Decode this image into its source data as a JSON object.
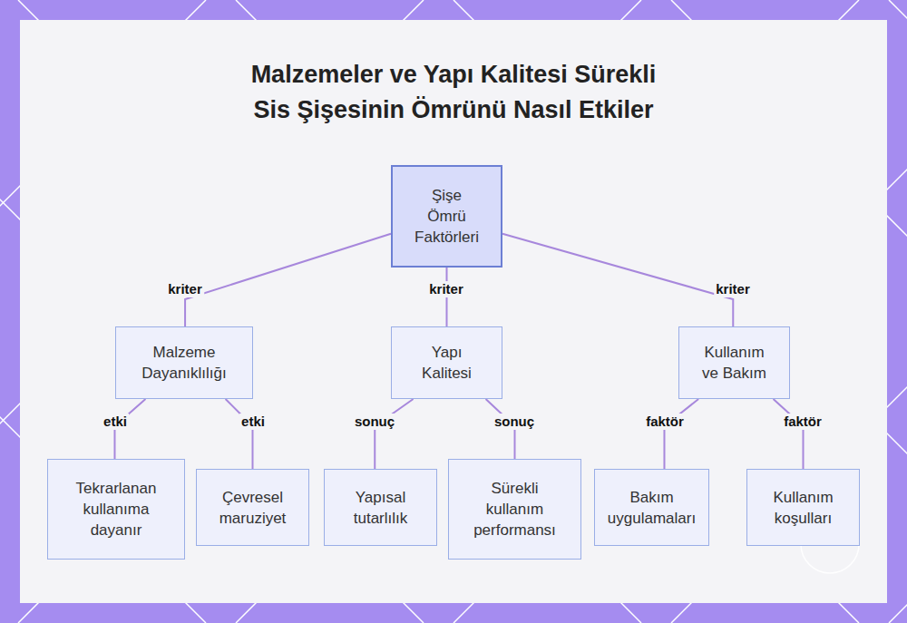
{
  "diagram": {
    "title": "Malzemeler ve Yapı Kalitesi Sürekli Sis Şişesinin Ömrünü Nasıl Etkiler",
    "nodes": [
      {
        "text": [
          "Şişe Ömrü Faktörleri"
        ]
      },
      {
        "text": [
          "Malzeme Dayanıklılığı"
        ]
      },
      {
        "text": [
          "Yapı Kalitesi"
        ]
      },
      {
        "text": [
          "Kullanım ve Bakım"
        ]
      },
      {
        "text": [
          "Tekrarlanan kullanıma dayanır"
        ]
      },
      {
        "text": [
          "Çevresel maruziyet"
        ]
      },
      {
        "text": [
          "Yapısal tutarlılık"
        ]
      },
      {
        "text": [
          "Sürekli kullanım performansı"
        ]
      },
      {
        "text": [
          "Bakım uygulamaları"
        ]
      },
      {
        "text": [
          "Kullanım koşulları"
        ]
      }
    ],
    "edges": [
      {
        "from": 0,
        "to": 1,
        "label": "kriter",
        "arrow": "none"
      },
      {
        "from": 0,
        "to": 2,
        "label": "kriter",
        "arrow": "none"
      },
      {
        "from": 0,
        "to": 3,
        "label": "kriter",
        "arrow": "none"
      },
      {
        "from": 1,
        "to": 4,
        "label": "etki",
        "arrow": "none"
      },
      {
        "from": 1,
        "to": 5,
        "label": "etki",
        "arrow": "none"
      },
      {
        "from": 2,
        "to": 6,
        "label": "sonuç",
        "arrow": "none"
      },
      {
        "from": 2,
        "to": 7,
        "label": "sonuç",
        "arrow": "none"
      },
      {
        "from": 3,
        "to": 8,
        "label": "faktör",
        "arrow": "none"
      },
      {
        "from": 3,
        "to": 9,
        "label": "faktör",
        "arrow": "none"
      }
    ]
  }
}
